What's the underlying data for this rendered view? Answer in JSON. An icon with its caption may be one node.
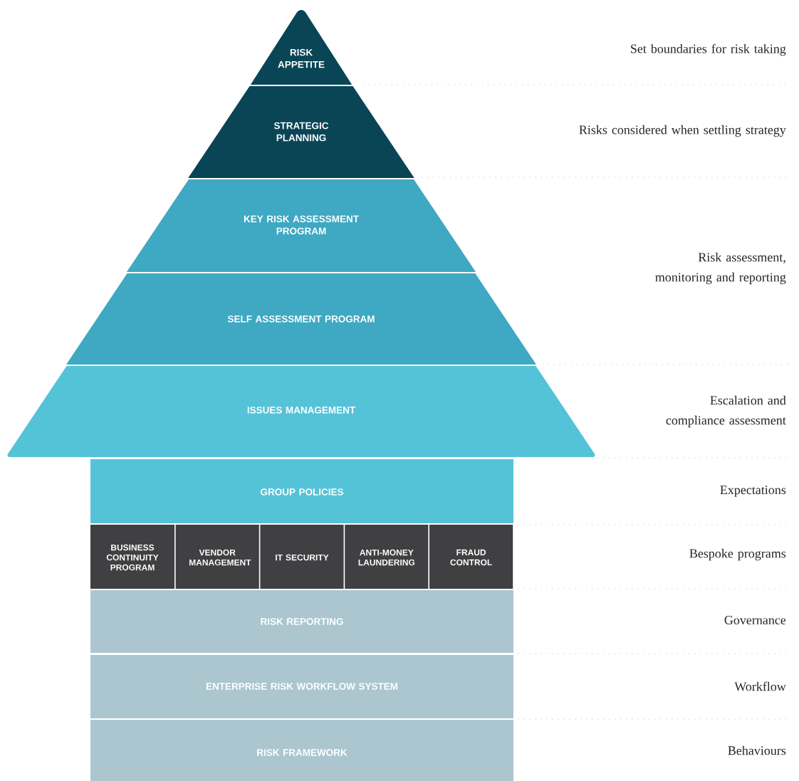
{
  "diagram": {
    "nodes": [
      {
        "text": [
          "RISK APPETITE"
        ]
      },
      {
        "text": [
          "STRATEGIC PLANNING"
        ]
      },
      {
        "text": [
          "KEY RISK ASSESSMENT PROGRAM"
        ]
      },
      {
        "text": [
          "SELF ASSESSMENT PROGRAM"
        ]
      },
      {
        "text": [
          "ISSUES MANAGEMENT"
        ]
      },
      {
        "text": [
          "GROUP POLICIES"
        ]
      },
      {
        "text": [
          "BUSINESS CONTINUITY PROGRAM"
        ]
      },
      {
        "text": [
          "VENDOR MANAGEMENT"
        ]
      },
      {
        "text": [
          "IT SECURITY"
        ]
      },
      {
        "text": [
          "ANTI-MONEY LAUNDERING"
        ]
      },
      {
        "text": [
          "FRAUD CONTROL"
        ]
      },
      {
        "text": [
          "RISK REPORTING"
        ]
      },
      {
        "text": [
          "ENTERPRISE RISK WORKFLOW SYSTEM"
        ]
      },
      {
        "text": [
          "RISK FRAMEWORK"
        ]
      }
    ],
    "labels": [
      "Set boundaries for risk taking",
      "Risks considered when settling strategy",
      "Risk assessment, monitoring and reporting",
      "Escalation and compliance assessment",
      "Expectations",
      "Bespoke programs",
      "Governance",
      "Workflow",
      "Behaviours"
    ]
  }
}
